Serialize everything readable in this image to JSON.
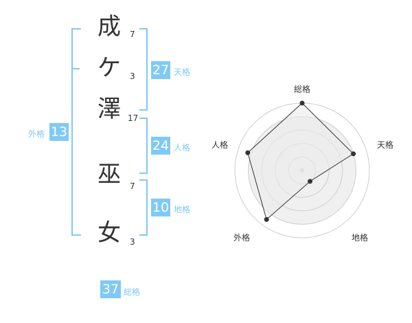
{
  "name_chars": [
    {
      "char": "成",
      "strokes": "7"
    },
    {
      "char": "ケ",
      "strokes": "3"
    },
    {
      "char": "澤",
      "strokes": "17"
    },
    {
      "char": "巫",
      "strokes": "7"
    },
    {
      "char": "女",
      "strokes": "3"
    }
  ],
  "kakusu": {
    "tenkaku": {
      "value": "27",
      "label": "天格"
    },
    "jinkaku": {
      "value": "24",
      "label": "人格"
    },
    "chikaku": {
      "value": "10",
      "label": "地格"
    },
    "gaikaku": {
      "value": "13",
      "label": "外格"
    },
    "soukaku": {
      "value": "37",
      "label": "総格"
    }
  },
  "chart_data": {
    "type": "radar",
    "axes": [
      "総格",
      "天格",
      "地格",
      "外格",
      "人格"
    ],
    "values": [
      1.0,
      0.8,
      0.2,
      0.9,
      0.85
    ],
    "range": [
      0,
      1
    ],
    "rings": 5
  },
  "colors": {
    "accent": "#7fcaf5",
    "text": "#333333",
    "fill": "#f0f0f0"
  }
}
